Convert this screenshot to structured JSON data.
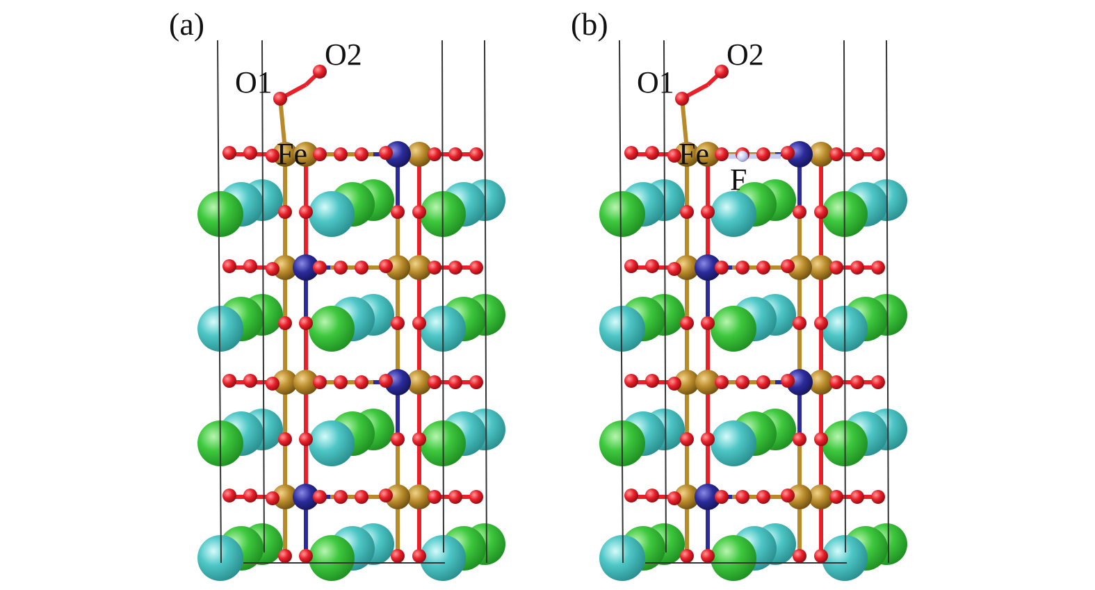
{
  "panels": [
    {
      "id": "a",
      "label": "(a)",
      "atom_labels": {
        "o1": "O1",
        "o2": "O2",
        "fe": "Fe"
      },
      "has_fluorine": false
    },
    {
      "id": "b",
      "label": "(b)",
      "atom_labels": {
        "o1": "O1",
        "o2": "O2",
        "fe": "Fe",
        "f": "F"
      },
      "has_fluorine": true
    }
  ],
  "colors": {
    "oxygen": "#e8202a",
    "iron": "#b88a2a",
    "cobalt_blue": "#2b2b9a",
    "large_green": "#3ec83e",
    "large_cyan": "#4ec6c6",
    "fluorine": "#c8ccf0",
    "cell_line": "#333333"
  }
}
